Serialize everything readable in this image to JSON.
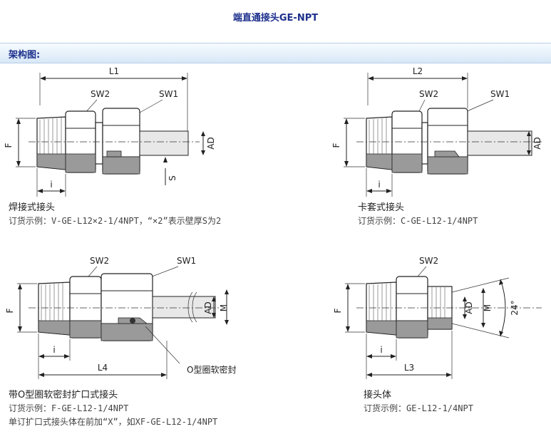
{
  "page": {
    "title": "端直通接头GE-NPT",
    "section_label": "架构图:"
  },
  "colors": {
    "title": "#1c2f8c",
    "section_bar": "#d8e8f7",
    "hatch": "#9a9a9a"
  },
  "fittings": [
    {
      "name": "焊接式接头",
      "labels": {
        "length": "L1",
        "sw1": "SW1",
        "sw2": "SW2",
        "f": "F",
        "ad": "AD",
        "s": "S",
        "i": "i"
      },
      "notes": [
        "订货示例：V-GE-L12×2-1/4NPT，“×2”表示壁厚S为2"
      ]
    },
    {
      "name": "卡套式接头",
      "labels": {
        "length": "L2",
        "sw1": "SW1",
        "sw2": "SW2",
        "f": "F",
        "ad": "AD",
        "i": "i"
      },
      "notes": [
        "订货示例：C-GE-L12-1/4NPT"
      ]
    },
    {
      "name": "带O型圈软密封扩口式接头",
      "labels": {
        "length": "L4",
        "sw1": "SW1",
        "sw2": "SW2",
        "f": "F",
        "ad": "AD",
        "m": "M",
        "i": "i",
        "oring": "O型圈软密封"
      },
      "notes": [
        "订货示例：F-GE-L12-1/4NPT",
        "单订扩口式接头体在前加“X”，如XF-GE-L12-1/4NPT"
      ]
    },
    {
      "name": "接头体",
      "labels": {
        "length": "L3",
        "sw2": "SW2",
        "f": "F",
        "ad": "AD",
        "m": "M",
        "i": "i",
        "angle": "24°"
      },
      "notes": [
        "订货示例：GE-L12-1/4NPT"
      ]
    }
  ]
}
